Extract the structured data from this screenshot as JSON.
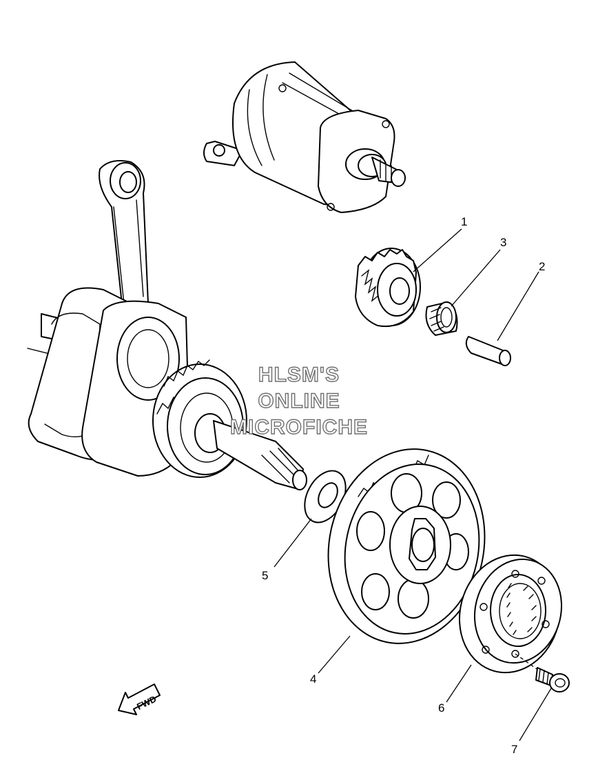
{
  "callouts": [
    {
      "id": "1",
      "part": "starter-idle-gear"
    },
    {
      "id": "2",
      "part": "idle-gear-shaft"
    },
    {
      "id": "3",
      "part": "needle-bearing"
    },
    {
      "id": "4",
      "part": "starter-wheel-gear"
    },
    {
      "id": "5",
      "part": "washer"
    },
    {
      "id": "6",
      "part": "starter-clutch"
    },
    {
      "id": "7",
      "part": "bolt"
    }
  ],
  "watermark": {
    "line1": "HLSM'S",
    "line2": "ONLINE",
    "line3": "MICROFICHE"
  },
  "direction_badge": {
    "label": "FWD"
  },
  "colors": {
    "line": "#000000",
    "background": "#ffffff",
    "watermark_outline": "#6e6e6e"
  }
}
